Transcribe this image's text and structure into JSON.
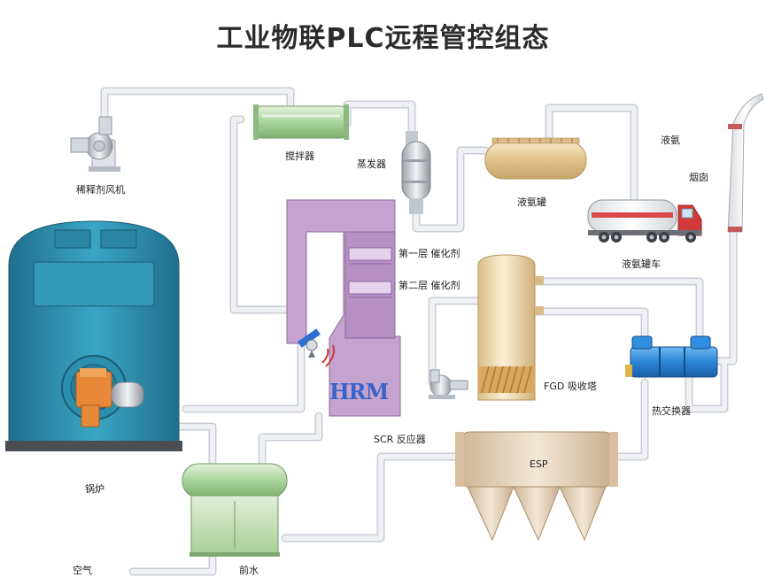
{
  "title": "工业物联PLC远程管控组态",
  "labels": {
    "fan": "稀释剂风机",
    "mixer": "搅拌器",
    "evaporator": "蒸发器",
    "ammonia_tank": "液氨罐",
    "liquid_ammonia": "液氨",
    "chimney": "烟囱",
    "tanker": "液氨罐车",
    "catalyst1": "第一层 催化剂",
    "catalyst2": "第二层 催化剂",
    "fgd": "FGD 吸收塔",
    "heat_exchanger": "热交换器",
    "scr": "SCR 反应器",
    "esp": "ESP",
    "boiler": "锅炉",
    "air": "空气",
    "pre_water": "前水"
  },
  "logo": {
    "text": "HRM"
  },
  "colors": {
    "pipe": "#e6e9ee",
    "pipe_edge": "#c9ced6",
    "boiler": "#2f90ad",
    "scr": "#c4a3cf",
    "esp": "#e8d4bd",
    "tower": "#f0dcb0",
    "tank": "#e8cc98",
    "mixer": "#b9dcae",
    "exchanger": "#2a86d6",
    "tanker_stripe": "#d84a4a",
    "chimney_band": "#c55a5a"
  }
}
